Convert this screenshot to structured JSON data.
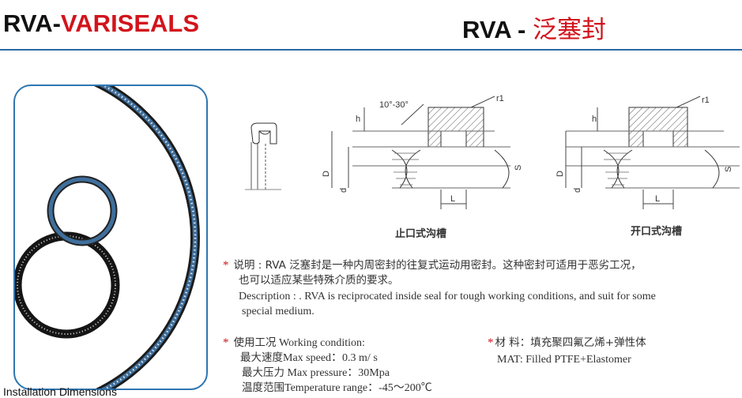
{
  "header": {
    "left_prefix": "RVA-",
    "left_accent": "VARISEALS",
    "right_prefix": "RVA - ",
    "right_accent": "泛塞封"
  },
  "drawing": {
    "angle_label": "10°-30°",
    "r1_left": "r1",
    "r1_right": "r1",
    "h_left": "h",
    "h_right": "h",
    "D_left": "D",
    "D_right": "D",
    "d_left": "d",
    "d_right": "d",
    "S_left": "S",
    "S_right": "S",
    "L_left": "L",
    "L_right": "L",
    "caption_closed": "止口式沟槽",
    "caption_open": "开口式沟槽"
  },
  "description": {
    "cn_line1": "说明 : RVA 泛塞封是一种内周密封的往复式运动用密封。这种密封可适用于恶劣工况，",
    "cn_line2": "也可以适应某些特殊介质的要求。",
    "en_line1": "Description :  . RVA is reciprocated inside seal for tough working conditions, and suit for some",
    "en_line2": "special medium."
  },
  "working": {
    "heading_cn": "使用工况",
    "heading_en": " Working condition:",
    "speed_cn": "最大速度",
    "speed_en": "Max speed：0.3 m/ s",
    "pressure_cn": "最大压力",
    "pressure_en": " Max pressure：30Mpa",
    "temp_cn": "温度范围",
    "temp_en": "Temperature range：-45～200℃"
  },
  "material": {
    "cn": "材 料：填充聚四氟乙烯+弹性体",
    "en": "MAT: Filled PTFE+Elastomer"
  },
  "footer": {
    "label": "Installation Dimensions"
  },
  "colors": {
    "accent_red": "#d2141c",
    "rule_blue": "#2a6aa3",
    "ring_blue": "#3f6f9c"
  }
}
